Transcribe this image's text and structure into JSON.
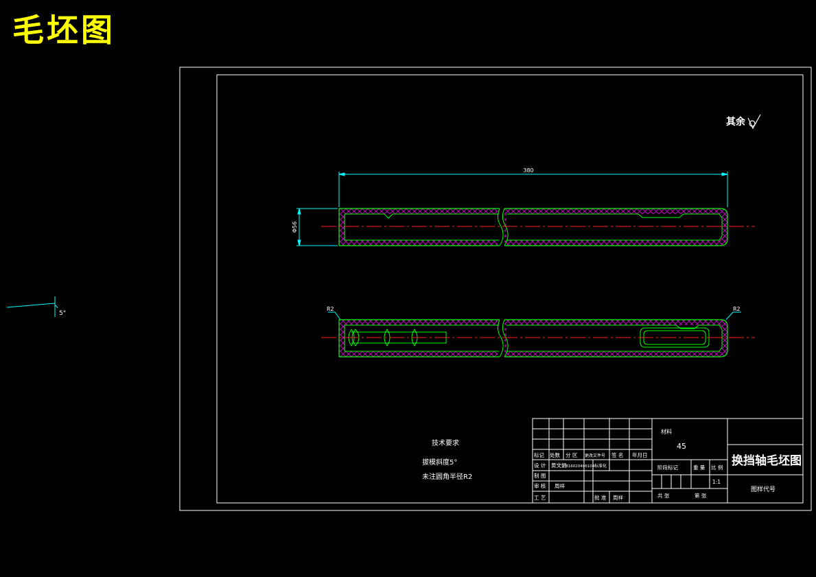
{
  "big_title": "毛坯图",
  "draft_angle_label": "5°",
  "roughness_note": "其余",
  "dimensions": {
    "length": "380",
    "diameter": "Φ56",
    "radius_left": "R2",
    "radius_right": "R2"
  },
  "tech_requirements": {
    "heading": "技术要求",
    "line1": "拔模斜度5°",
    "line2": "未注圆角半径R2"
  },
  "title_block": {
    "material_label": "材料",
    "material_value": "45",
    "drawing_name": "换挡轴毛坯图",
    "drawing_code_label": "图样代号",
    "stage_mark_label": "阶段标记",
    "weight_label": "重 量",
    "scale_label": "比 例",
    "scale_value": "1:1",
    "sheets_total": "共  张",
    "sheet_no": "第  张",
    "hdr_mark": "标记",
    "hdr_count": "处数",
    "hdr_zone": "分 区",
    "hdr_change_doc": "更改文件号",
    "hdr_sign": "签 名",
    "hdr_date": "年月日",
    "row_design": "设 计",
    "designer": "黄文娟",
    "student_id": "B16020406104",
    "standardize": "标准化",
    "row_draw": "制 图",
    "row_review": "审 核",
    "reviewer": "周祥",
    "row_process": "工 艺",
    "approve": "批 准",
    "approver": "周祥"
  },
  "colors": {
    "frame": "#ffffff",
    "outline": "#00ff00",
    "hatch": "#c000c0",
    "dimension": "#00ffff",
    "centerline": "#ff2020",
    "title": "#ffff00"
  }
}
